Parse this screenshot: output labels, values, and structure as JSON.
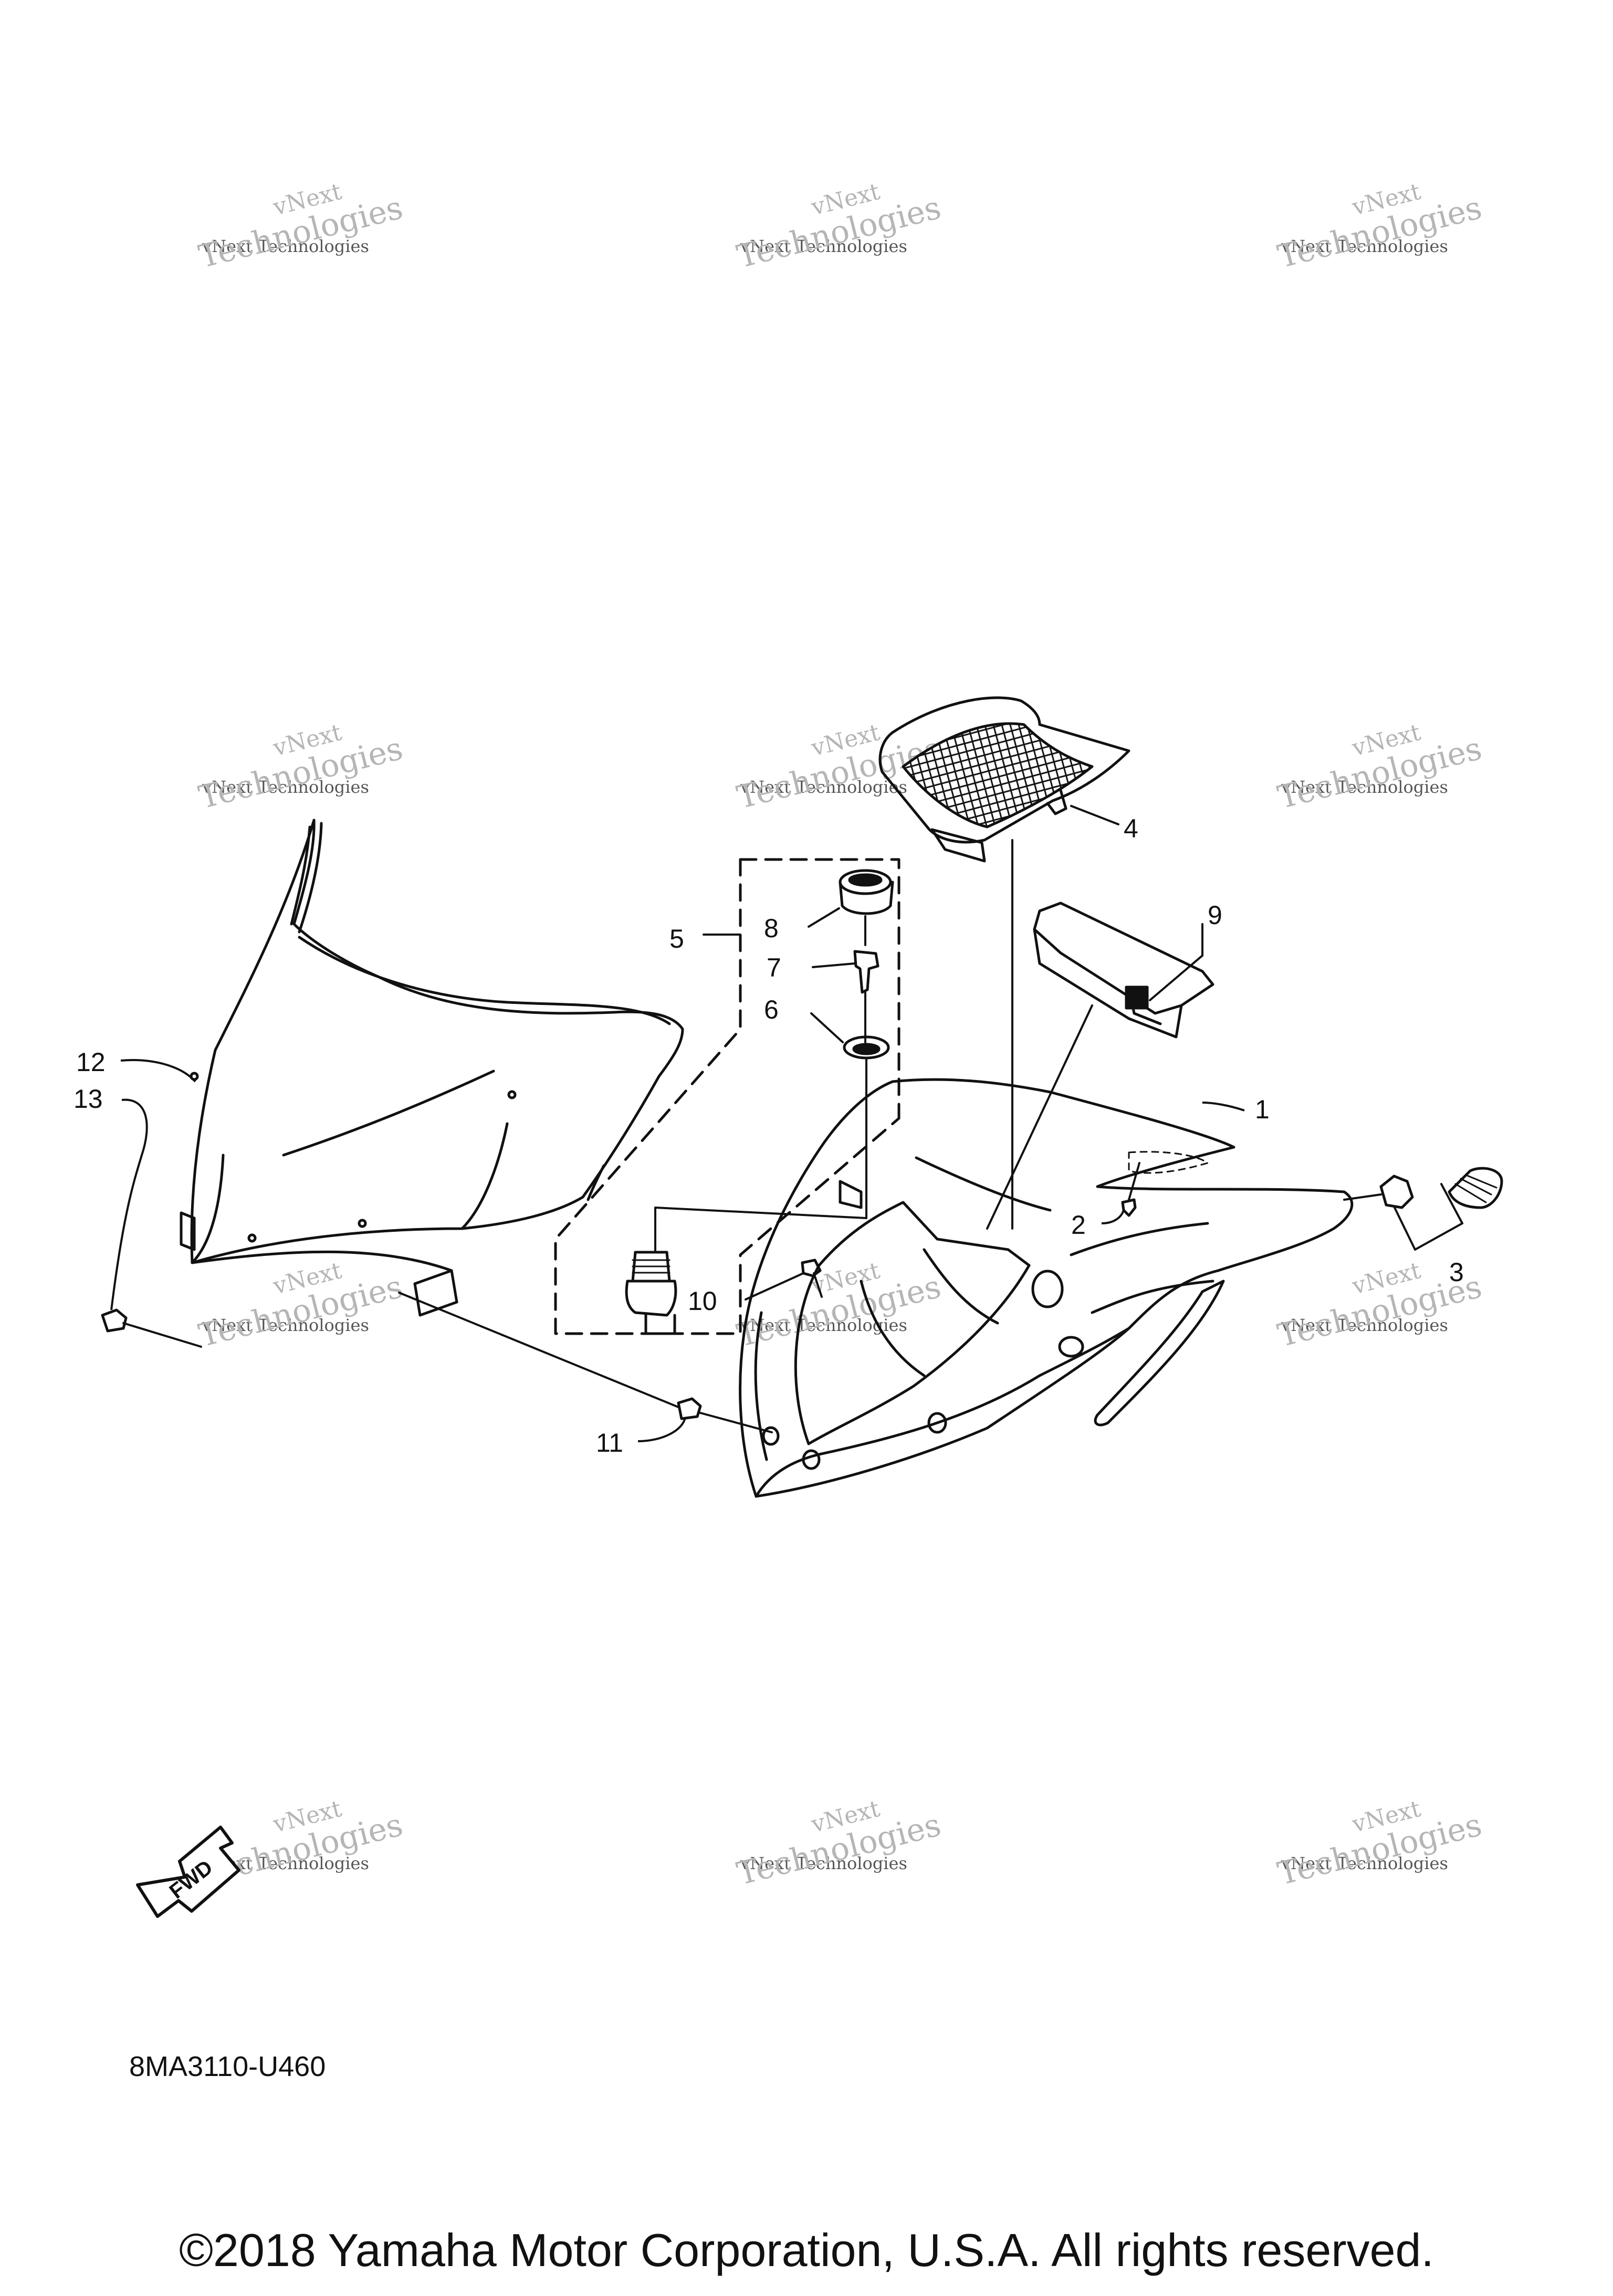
{
  "diagram": {
    "callouts": [
      "1",
      "2",
      "3",
      "4",
      "5",
      "6",
      "7",
      "8",
      "9",
      "10",
      "11",
      "12",
      "13"
    ],
    "fwd_label": "FWD",
    "part_code": "8MA3110-U460",
    "copyright": "©2018 Yamaha Motor Corporation, U.S.A. All rights reserved."
  },
  "watermark": {
    "line1": "vNext",
    "line2": "vNext Technologies",
    "line3": "Technologies",
    "color": "#b5b5b5"
  },
  "colors": {
    "ink": "#111111",
    "background": "#ffffff"
  }
}
